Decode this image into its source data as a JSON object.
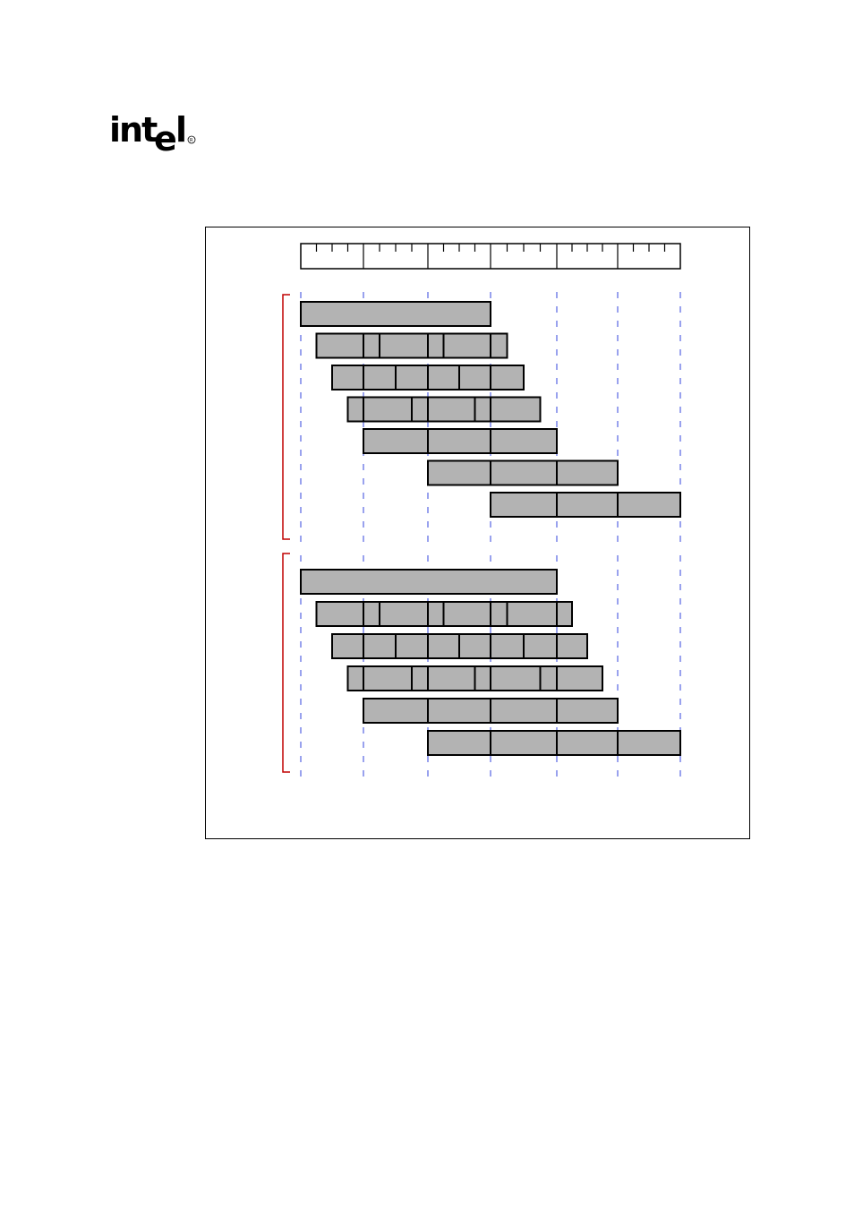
{
  "logo": {
    "text": "intel",
    "registered_mark": "R",
    "color": "#000000"
  },
  "diagram": {
    "byte_blocks": 6,
    "colors": {
      "segment_fill": "#b3b3b3",
      "guide": "#3344dd",
      "bracket": "#c00000"
    },
    "groups": [
      {
        "name": "upper-group",
        "rows": [
          [
            [
              0,
              3
            ]
          ],
          [
            [
              0.25,
              1
            ],
            [
              1,
              1.25
            ],
            [
              1.25,
              2
            ],
            [
              2,
              2.25
            ],
            [
              2.25,
              3
            ],
            [
              3,
              3.25
            ]
          ],
          [
            [
              0.5,
              1
            ],
            [
              1,
              1.5
            ],
            [
              1.5,
              2
            ],
            [
              2,
              2.5
            ],
            [
              2.5,
              3
            ],
            [
              3,
              3.5
            ]
          ],
          [
            [
              0.75,
              1
            ],
            [
              1,
              1.75
            ],
            [
              1.75,
              2
            ],
            [
              2,
              2.75
            ],
            [
              2.75,
              3
            ],
            [
              3,
              3.75
            ]
          ],
          [
            [
              1,
              2
            ],
            [
              2,
              3
            ],
            [
              3,
              4
            ]
          ],
          [
            [
              2,
              3
            ],
            [
              3,
              4
            ],
            [
              4,
              5
            ]
          ],
          [
            [
              3,
              4
            ],
            [
              4,
              5
            ],
            [
              5,
              6
            ]
          ]
        ]
      },
      {
        "name": "lower-group",
        "rows": [
          [
            [
              0,
              4
            ]
          ],
          [
            [
              0.25,
              1
            ],
            [
              1,
              1.25
            ],
            [
              1.25,
              2
            ],
            [
              2,
              2.25
            ],
            [
              2.25,
              3
            ],
            [
              3,
              3.25
            ],
            [
              3.25,
              4
            ],
            [
              4,
              4.25
            ]
          ],
          [
            [
              0.5,
              1
            ],
            [
              1,
              1.5
            ],
            [
              1.5,
              2
            ],
            [
              2,
              2.5
            ],
            [
              2.5,
              3
            ],
            [
              3,
              3.5
            ],
            [
              3.5,
              4
            ],
            [
              4,
              4.5
            ]
          ],
          [
            [
              0.75,
              1
            ],
            [
              1,
              1.75
            ],
            [
              1.75,
              2
            ],
            [
              2,
              2.75
            ],
            [
              2.75,
              3
            ],
            [
              3,
              3.75
            ],
            [
              3.75,
              4
            ],
            [
              4,
              4.75
            ]
          ],
          [
            [
              1,
              2
            ],
            [
              2,
              3
            ],
            [
              3,
              4
            ],
            [
              4,
              5
            ]
          ],
          [
            [
              2,
              3
            ],
            [
              3,
              4
            ],
            [
              4,
              5
            ],
            [
              5,
              6
            ]
          ]
        ]
      }
    ]
  }
}
